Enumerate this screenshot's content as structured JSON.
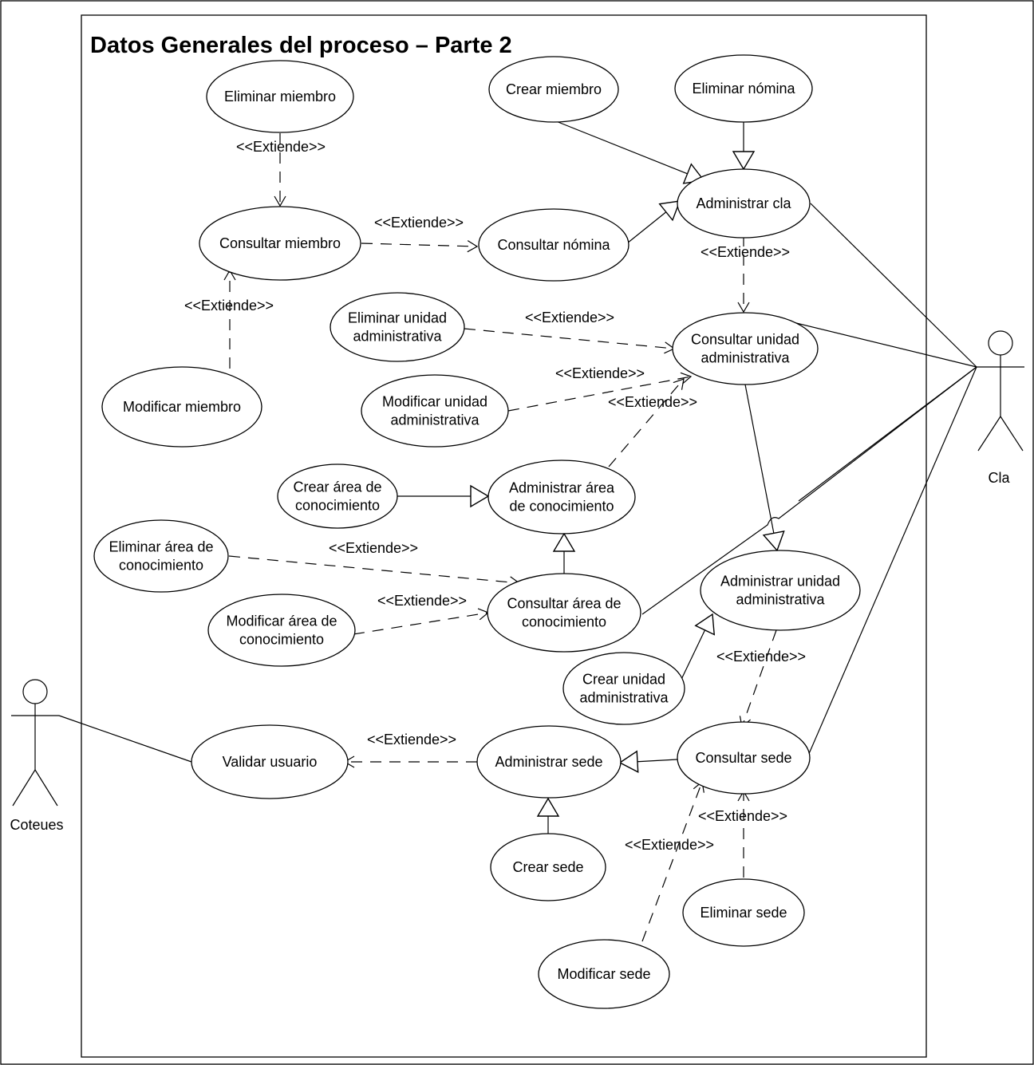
{
  "diagram": {
    "title": "Datos Generales del proceso – Parte 2",
    "extend_label": "<<Extiende>>",
    "actors": {
      "cla": "Cla",
      "coteues": "Coteues"
    },
    "use_cases": {
      "eliminar_miembro": [
        "Eliminar miembro"
      ],
      "crear_miembro": [
        "Crear miembro"
      ],
      "eliminar_nomina": [
        "Eliminar nómina"
      ],
      "administrar_cla": [
        "Administrar cla"
      ],
      "consultar_miembro": [
        "Consultar miembro"
      ],
      "consultar_nomina": [
        "Consultar nómina"
      ],
      "eliminar_unidad": [
        "Eliminar unidad",
        "administrativa"
      ],
      "consultar_unidad": [
        "Consultar unidad",
        "administrativa"
      ],
      "modificar_miembro": [
        "Modificar miembro"
      ],
      "modificar_unidad": [
        "Modificar unidad",
        "administrativa"
      ],
      "crear_area": [
        "Crear área de",
        "conocimiento"
      ],
      "administrar_area": [
        "Administrar área",
        "de conocimiento"
      ],
      "eliminar_area": [
        "Eliminar área de",
        "conocimiento"
      ],
      "administrar_unidad": [
        "Administrar unidad",
        "administrativa"
      ],
      "modificar_area": [
        "Modificar área de",
        "conocimiento"
      ],
      "consultar_area": [
        "Consultar área de",
        "conocimiento"
      ],
      "crear_unidad": [
        "Crear unidad",
        "administrativa"
      ],
      "validar_usuario": [
        "Validar usuario"
      ],
      "administrar_sede": [
        "Administrar sede"
      ],
      "consultar_sede": [
        "Consultar sede"
      ],
      "crear_sede": [
        "Crear sede"
      ],
      "eliminar_sede": [
        "Eliminar sede"
      ],
      "modificar_sede": [
        "Modificar sede"
      ]
    }
  }
}
